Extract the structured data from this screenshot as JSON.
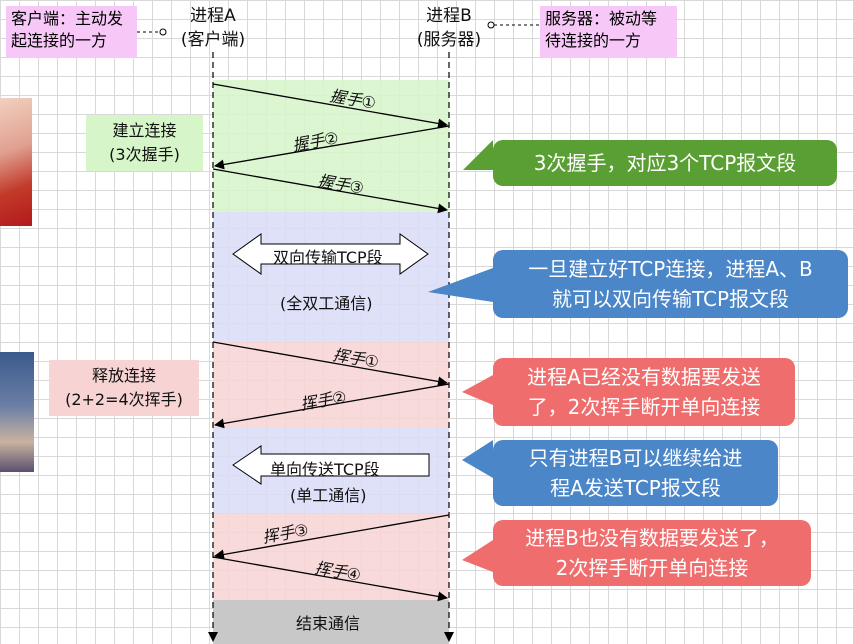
{
  "client_note": [
    "客户端：主动发",
    "起连接的一方"
  ],
  "server_note": [
    "服务器：被动等",
    "待连接的一方"
  ],
  "process_a": {
    "title": "进程A",
    "sub": "(客户端)"
  },
  "process_b": {
    "title": "进程B",
    "sub": "(服务器)"
  },
  "establish_box": [
    "建立连接",
    "(3次握手)"
  ],
  "release_box": [
    "释放连接",
    "(2+2=4次挥手)"
  ],
  "handshakes": [
    "握手①",
    "握手②",
    "握手③"
  ],
  "waves": [
    "挥手①",
    "挥手②",
    "挥手③",
    "挥手④"
  ],
  "duplex": {
    "arrow_label": "双向传输TCP段",
    "mode": "(全双工通信)"
  },
  "simplex": {
    "arrow_label": "单向传送TCP段",
    "mode": "(单工通信)"
  },
  "end_label": "结束通信",
  "callouts": {
    "handshake": [
      "3次握手，对应3个TCP报文段"
    ],
    "duplex": [
      "一旦建立好TCP连接，进程A、B",
      "就可以双向传输TCP报文段"
    ],
    "wave12": [
      "进程A已经没有数据要发送",
      "了，2次挥手断开单向连接"
    ],
    "simplex": [
      "只有进程B可以继续给进",
      "程A发送TCP报文段"
    ],
    "wave34": [
      "进程B也没有数据要发送了，",
      "2次挥手断开单向连接"
    ]
  },
  "colors": {
    "green_callout": "#5a9f34",
    "blue_callout": "#4a86c8",
    "red_callout": "#f06d6d"
  }
}
